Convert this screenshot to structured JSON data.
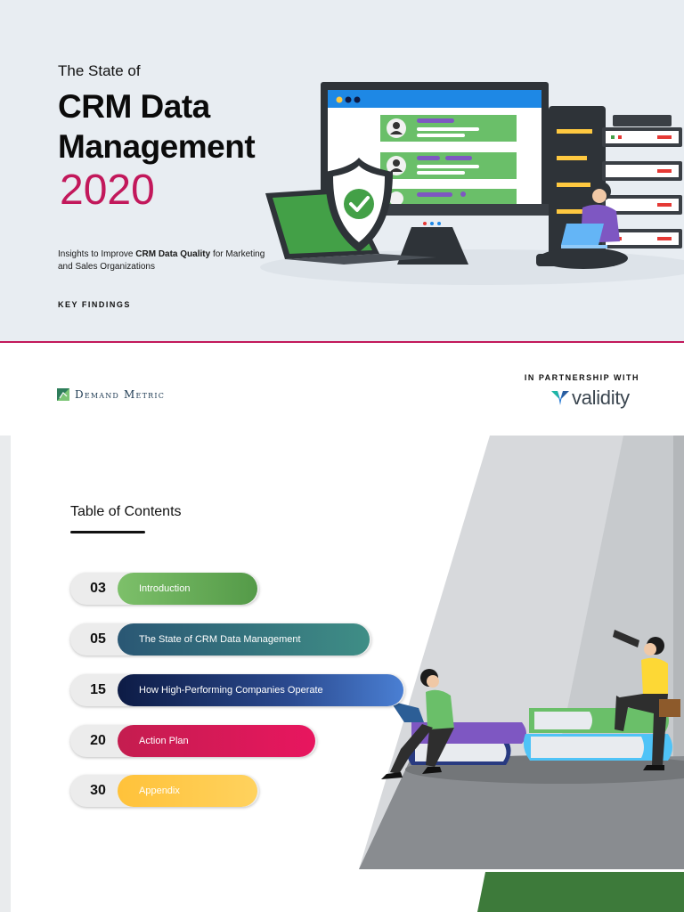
{
  "hero": {
    "pre_title": "The State of",
    "title_line1": "CRM Data",
    "title_line2": "Management",
    "year": "2020",
    "subtitle_before": "Insights to Improve ",
    "subtitle_bold": "CRM Data Quality",
    "subtitle_after": " for Marketing and Sales Organizations",
    "key_findings": "KEY FINDINGS"
  },
  "partners": {
    "demand_metric": "Demand Metric",
    "partnership_label": "IN PARTNERSHIP WITH",
    "validity": "validity"
  },
  "toc": {
    "title": "Table of Contents",
    "items": [
      {
        "page": "03",
        "label": "Introduction"
      },
      {
        "page": "05",
        "label": "The State of CRM Data Management"
      },
      {
        "page": "15",
        "label": "How High-Performing Companies Operate"
      },
      {
        "page": "20",
        "label": "Action Plan"
      },
      {
        "page": "30",
        "label": "Appendix"
      }
    ]
  },
  "colors": {
    "accent": "#c2185b",
    "introduction": "#6db35a",
    "state": "#2f6b78",
    "high_performing": "#1c2e6a",
    "action_plan": "#e0155e",
    "appendix": "#ffc940"
  },
  "icons": [
    "shield-check-icon",
    "monitor-icon",
    "laptop-icon",
    "server-rack-icon",
    "demand-metric-logo-icon",
    "validity-logo-icon"
  ]
}
